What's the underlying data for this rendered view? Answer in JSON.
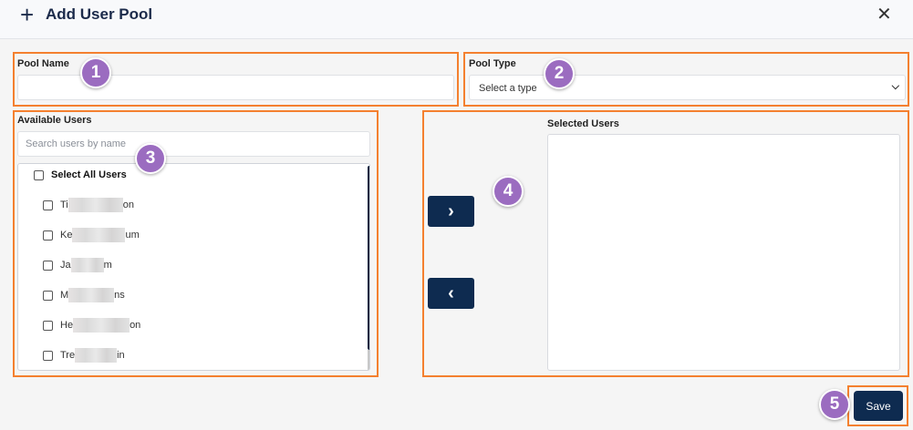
{
  "header": {
    "icon": "plus-icon",
    "title": "Add User Pool",
    "close_icon": "close-icon",
    "close_glyph": "✕",
    "plus_glyph": "+"
  },
  "pool_name": {
    "label": "Pool Name",
    "value": "",
    "placeholder": ""
  },
  "pool_type": {
    "label": "Pool Type",
    "selected": "Select a type",
    "chevron": "⌄"
  },
  "available_users": {
    "label": "Available Users",
    "search_placeholder": "Search users by name",
    "select_all_label": "Select All Users",
    "users": [
      {
        "prefix": "Ti",
        "suffix": "on"
      },
      {
        "prefix": "Ke",
        "suffix": "um"
      },
      {
        "prefix": "Ja",
        "suffix": "m"
      },
      {
        "prefix": "M",
        "suffix": "ns"
      },
      {
        "prefix": "He",
        "suffix": "on"
      },
      {
        "prefix": "Tre",
        "suffix": "in"
      }
    ]
  },
  "transfer": {
    "move_right_glyph": "›",
    "move_left_glyph": "‹"
  },
  "selected_users": {
    "label": "Selected Users",
    "users": []
  },
  "footer": {
    "save_label": "Save"
  },
  "annotations": {
    "badges": [
      "1",
      "2",
      "3",
      "4",
      "5"
    ],
    "highlight_color": "#f4802f",
    "badge_color": "#9b6cc0"
  },
  "colors": {
    "primary_button": "#0e2b50",
    "title_text": "#1b2a4a"
  }
}
